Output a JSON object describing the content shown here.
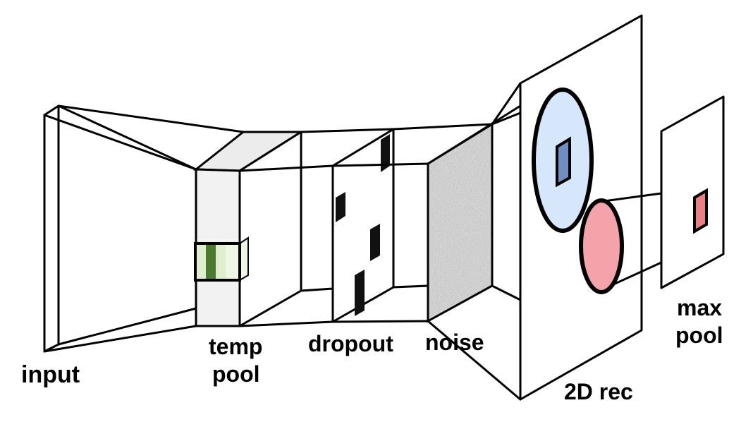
{
  "labels": {
    "input": "input",
    "temp_pool_line1": "temp",
    "temp_pool_line2": "pool",
    "dropout": "dropout",
    "noise": "noise",
    "rec_2d": "2D rec",
    "max_pool_line1": "max",
    "max_pool_line2": "pool"
  },
  "colors": {
    "outline": "#000000",
    "temp_block_face": "#f2f2f2",
    "temp_block_top": "#ececec",
    "kernel_dark_green": "#4c7a32",
    "kernel_light_green": "#dfeecf",
    "kernel_lighter_green": "#eef7e6",
    "blue_circle": "#d6e6fb",
    "blue_square": "#6f8fc2",
    "pink_circle": "#f4a3aa",
    "pink_square": "#ee7d86",
    "dropout_block": "#111111",
    "noise_base": "#bdbdbd"
  }
}
